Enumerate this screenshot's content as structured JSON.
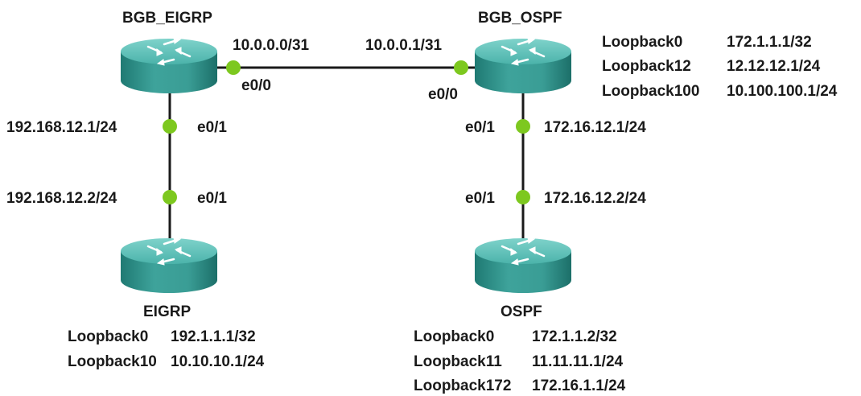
{
  "routers": [
    {
      "id": "bgb_eigrp",
      "label": "BGB_EIGRP"
    },
    {
      "id": "bgb_ospf",
      "label": "BGB_OSPF"
    },
    {
      "id": "eigrp",
      "label": "EIGRP"
    },
    {
      "id": "ospf",
      "label": "OSPF"
    }
  ],
  "links": {
    "bgb_eigrp_to_bgb_ospf": {
      "left_ip": "10.0.0.0/31",
      "right_ip": "10.0.0.1/31",
      "left_if": "e0/0",
      "right_if": "e0/0"
    },
    "bgb_eigrp_to_eigrp": {
      "top_ip": "192.168.12.1/24",
      "top_if": "e0/1",
      "bottom_ip": "192.168.12.2/24",
      "bottom_if": "e0/1"
    },
    "bgb_ospf_to_ospf": {
      "top_ip": "172.16.12.1/24",
      "top_if": "e0/1",
      "bottom_ip": "172.16.12.2/24",
      "bottom_if": "e0/1"
    }
  },
  "loopbacks": {
    "bgb_ospf": [
      {
        "name": "Loopback0",
        "ip": "172.1.1.1/32"
      },
      {
        "name": "Loopback12",
        "ip": "12.12.12.1/24"
      },
      {
        "name": "Loopback100",
        "ip": "10.100.100.1/24"
      }
    ],
    "eigrp": [
      {
        "name": "Loopback0",
        "ip": "192.1.1.1/32"
      },
      {
        "name": "Loopback10",
        "ip": "10.10.10.1/24"
      }
    ],
    "ospf": [
      {
        "name": "Loopback0",
        "ip": "172.1.1.2/32"
      },
      {
        "name": "Loopback11",
        "ip": "11.11.11.1/24"
      },
      {
        "name": "Loopback172",
        "ip": "172.16.1.1/24"
      }
    ]
  },
  "colors": {
    "router_body": "#3ea39b",
    "router_top": "#5cc0b7",
    "connection_dot": "#7dc81f",
    "line": "#1a1a1a"
  }
}
